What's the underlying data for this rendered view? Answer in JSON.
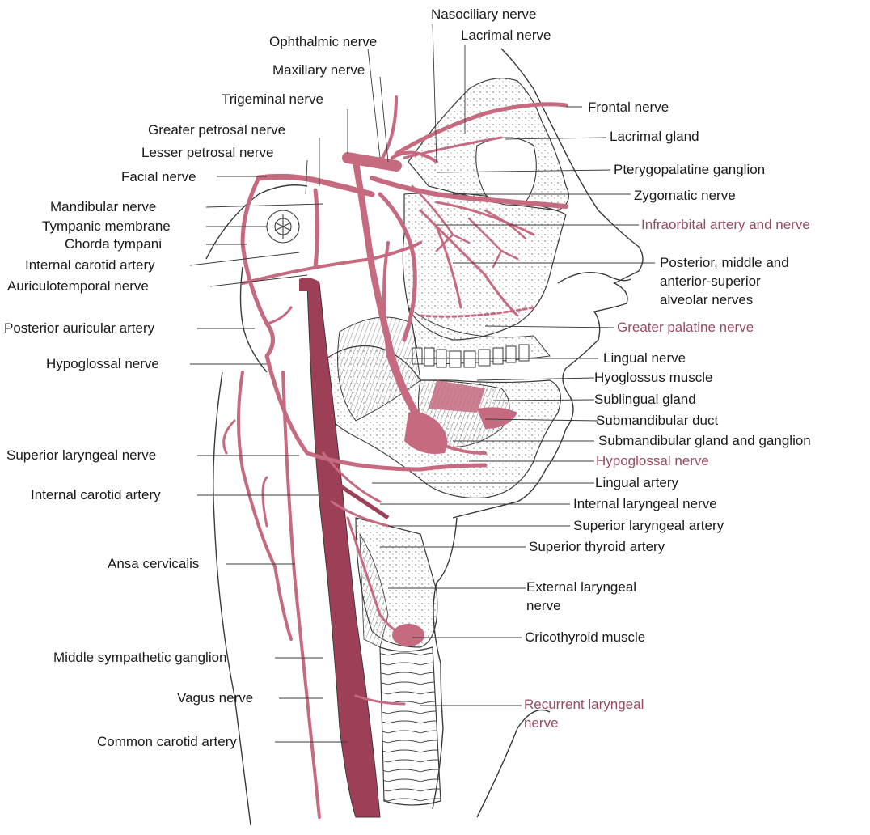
{
  "labels": {
    "nasociliary": "Nasociliary nerve",
    "lacrimal_nerve": "Lacrimal nerve",
    "ophthalmic": "Ophthalmic nerve",
    "maxillary": "Maxillary nerve",
    "trigeminal": "Trigeminal nerve",
    "greater_petrosal": "Greater petrosal nerve",
    "lesser_petrosal": "Lesser petrosal nerve",
    "facial": "Facial nerve",
    "mandibular": "Mandibular nerve",
    "tympanic_membrane": "Tympanic membrane",
    "chorda_tympani": "Chorda tympani",
    "internal_carotid_upper": "Internal carotid artery",
    "auriculotemporal": "Auriculotemporal nerve",
    "posterior_auricular": "Posterior auricular artery",
    "hypoglossal_left": "Hypoglossal nerve",
    "superior_laryngeal_nerve": "Superior laryngeal nerve",
    "internal_carotid_lower": "Internal carotid artery",
    "ansa_cervicalis": "Ansa cervicalis",
    "middle_sympathetic": "Middle sympathetic ganglion",
    "vagus": "Vagus nerve",
    "common_carotid": "Common carotid artery",
    "frontal": "Frontal nerve",
    "lacrimal_gland": "Lacrimal gland",
    "pterygopalatine": "Pterygopalatine ganglion",
    "zygomatic": "Zygomatic nerve",
    "infraorbital": "Infraorbital artery and nerve",
    "alveolar_1": "Posterior, middle and",
    "alveolar_2": "anterior-superior",
    "alveolar_3": "alveolar nerves",
    "greater_palatine": "Greater palatine nerve",
    "lingual_nerve": "Lingual nerve",
    "hyoglossus": "Hyoglossus muscle",
    "sublingual": "Sublingual gland",
    "submandibular_duct": "Submandibular duct",
    "submandibular_gland": "Submandibular gland and ganglion",
    "hypoglossal_right": "Hypoglossal nerve",
    "lingual_artery": "Lingual artery",
    "internal_laryngeal": "Internal laryngeal nerve",
    "superior_laryngeal_artery": "Superior laryngeal artery",
    "superior_thyroid": "Superior thyroid artery",
    "external_laryngeal_1": "External laryngeal",
    "external_laryngeal_2": "nerve",
    "cricothyroid": "Cricothyroid muscle",
    "recurrent_1": "Recurrent laryngeal",
    "recurrent_2": "nerve"
  },
  "colors": {
    "nerve": "#c66a80",
    "nerve_dark": "#9e3f58",
    "outline": "#3a3a3a",
    "stipple": "#8a8a8a"
  }
}
